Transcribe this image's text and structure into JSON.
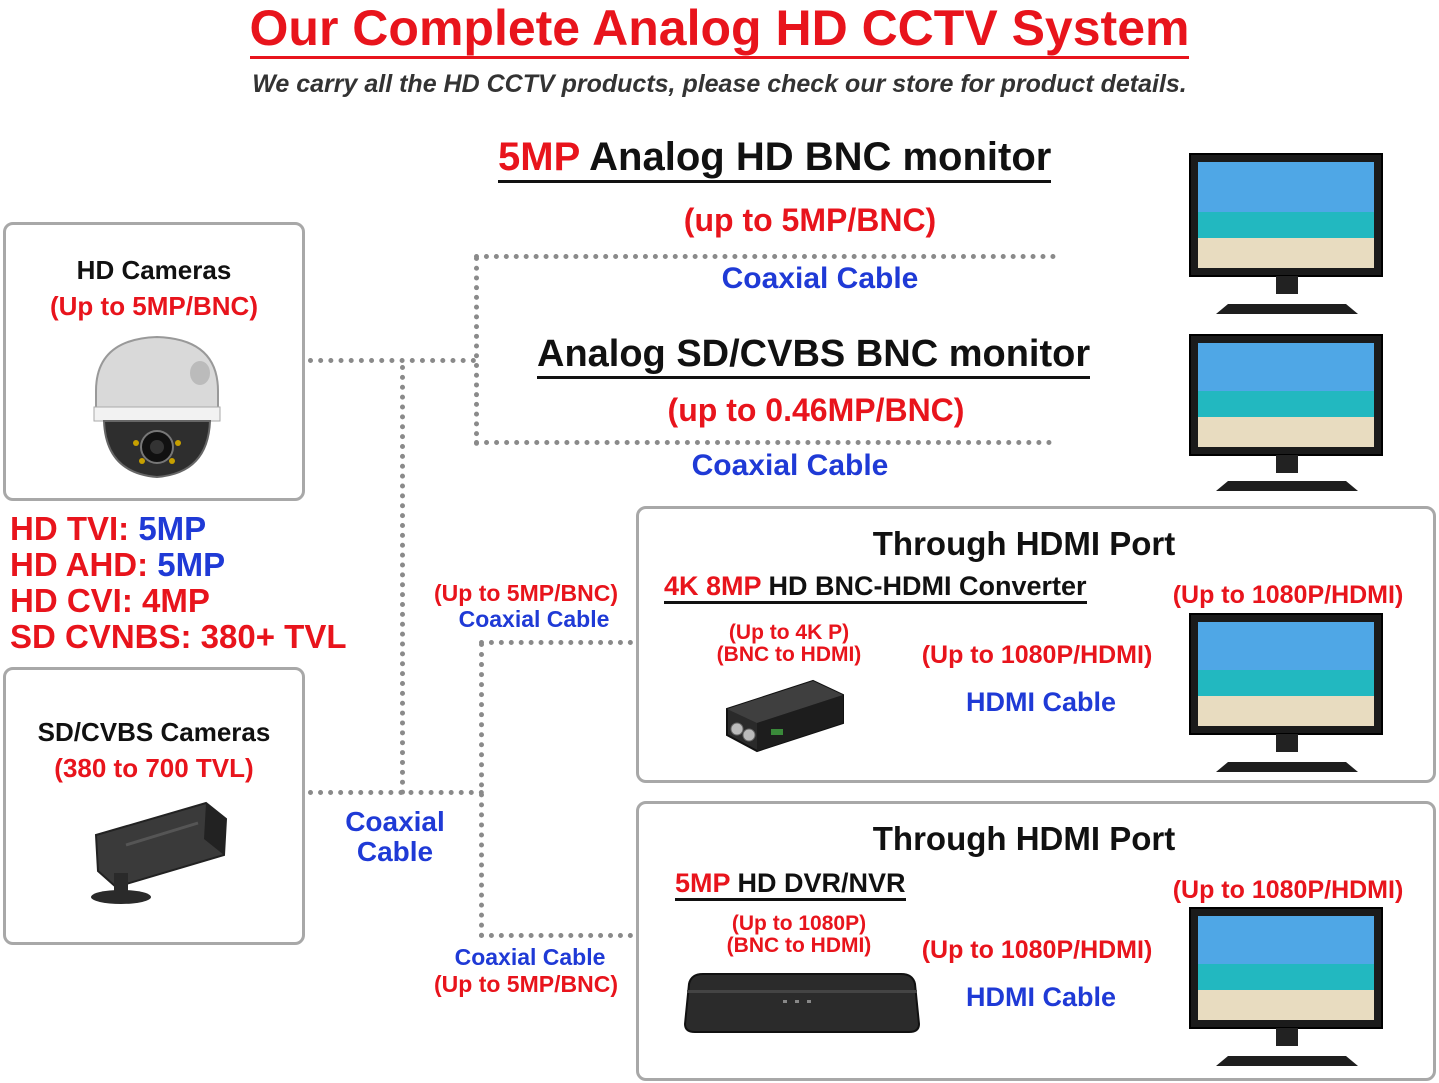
{
  "header": {
    "title": "Our Complete Analog HD CCTV System",
    "subtitle": "We carry all the HD CCTV products, please check our store for product details."
  },
  "hd_cameras": {
    "title": "HD Cameras",
    "spec": "(Up to 5MP/BNC)"
  },
  "formats": [
    {
      "name": "HD TVI: ",
      "value": "5MP"
    },
    {
      "name": "HD AHD: ",
      "value": "5MP"
    },
    {
      "name": "HD CVI: 4MP",
      "value": ""
    },
    {
      "name": "SD CVNBS: 380+ TVL",
      "value": ""
    }
  ],
  "sd_cameras": {
    "title": "SD/CVBS Cameras",
    "spec": "(380 to 700 TVL)"
  },
  "left_cable": {
    "line1": "Coaxial",
    "line2": "Cable"
  },
  "monitor_5mp": {
    "highlight": "5MP",
    "title": " Analog HD BNC monitor",
    "spec": "(up to 5MP/BNC)",
    "cable": "Coaxial Cable"
  },
  "monitor_sd": {
    "title": "Analog SD/CVBS BNC monitor",
    "spec": "(up to 0.46MP/BNC)",
    "cable": "Coaxial Cable"
  },
  "converter_path": {
    "in_spec": "(Up to 5MP/BNC)",
    "in_cable": "Coaxial Cable",
    "box_title": "Through HDMI Port",
    "device_highlight": "4K 8MP",
    "device_name": " HD BNC-HDMI Converter",
    "device_spec1": "(Up to 4K P)",
    "device_spec2": "(BNC to HDMI)",
    "out_spec": "(Up to 1080P/HDMI)",
    "out_cable": "HDMI Cable",
    "monitor_spec": "(Up to 1080P/HDMI)"
  },
  "dvr_path": {
    "in_cable": "Coaxial Cable",
    "in_spec": "(Up to 5MP/BNC)",
    "box_title": "Through HDMI Port",
    "device_highlight": "5MP",
    "device_name": " HD DVR/NVR",
    "device_spec1": "(Up to 1080P)",
    "device_spec2": "(BNC to HDMI)",
    "out_spec": "(Up to 1080P/HDMI)",
    "out_cable": "HDMI Cable",
    "monitor_spec": "(Up to 1080P/HDMI)"
  },
  "colors": {
    "red": "#e8141c",
    "blue": "#1f3ad6",
    "border": "#a8a8a8"
  }
}
